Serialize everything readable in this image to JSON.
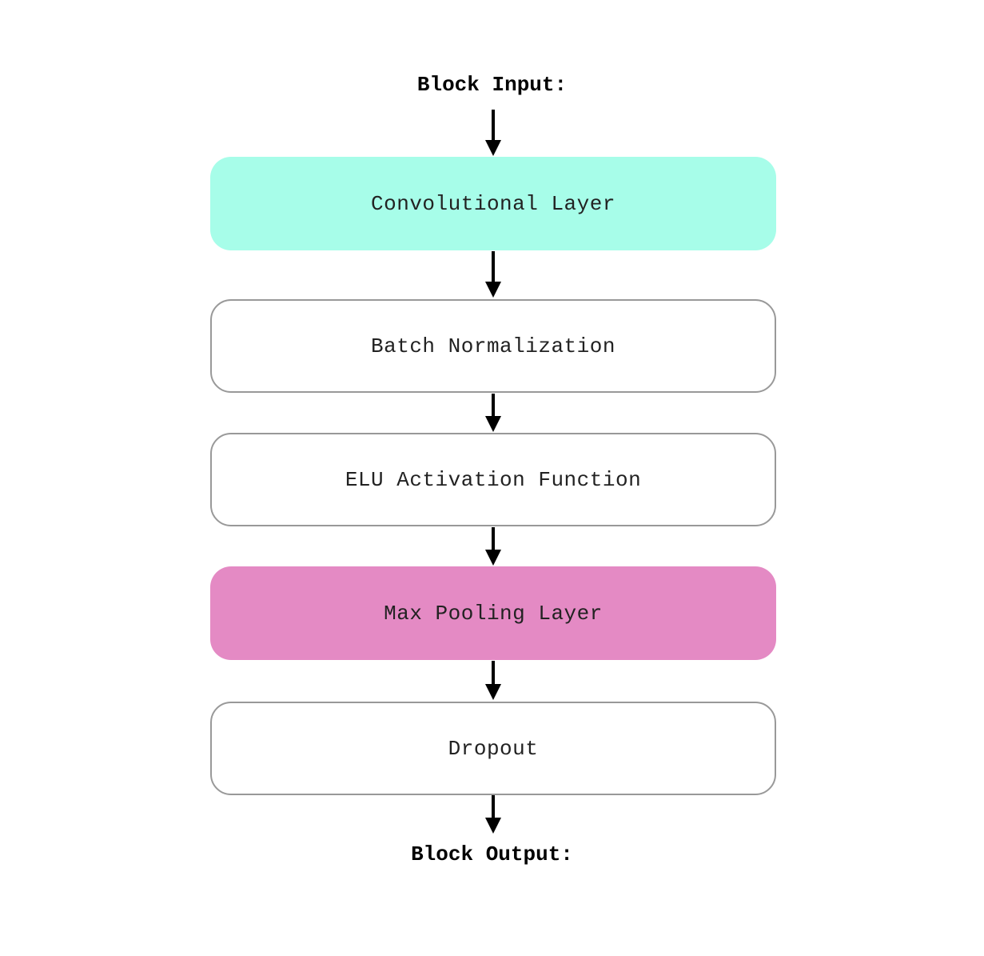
{
  "input_label": "Block Input:",
  "output_label": "Block Output:",
  "nodes": [
    {
      "label": "Convolutional Layer",
      "style": "filled",
      "color": "#a7fde9"
    },
    {
      "label": "Batch Normalization",
      "style": "outlined",
      "color": "#ffffff"
    },
    {
      "label": "ELU Activation Function",
      "style": "outlined",
      "color": "#ffffff"
    },
    {
      "label": "Max Pooling Layer",
      "style": "filled",
      "color": "#e48ac4"
    },
    {
      "label": "Dropout",
      "style": "outlined",
      "color": "#ffffff"
    }
  ],
  "colors": {
    "arrow": "#000000",
    "outline": "#999999",
    "text": "#222222"
  }
}
